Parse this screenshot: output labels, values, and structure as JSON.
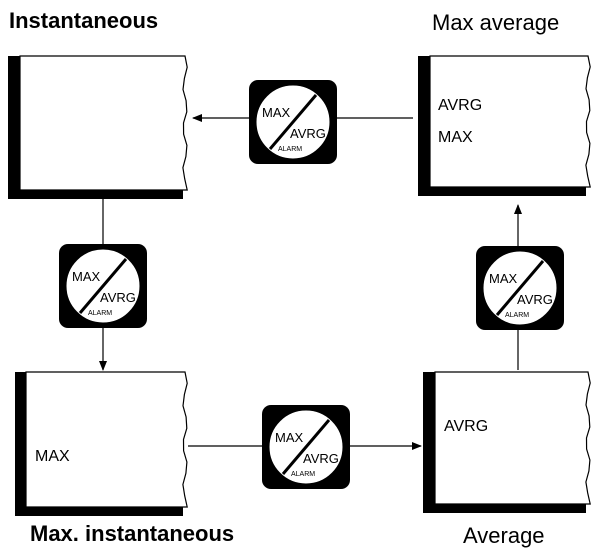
{
  "titles": {
    "instantaneous": "Instantaneous",
    "max_average": "Max average",
    "max_instantaneous": "Max. instantaneous",
    "average": "Average"
  },
  "panels": {
    "instantaneous": {
      "lines": []
    },
    "max_average": {
      "lines": [
        "AVRG",
        "MAX"
      ]
    },
    "max_instantaneous": {
      "lines": [
        "MAX"
      ]
    },
    "average": {
      "lines": [
        "AVRG"
      ]
    }
  },
  "button": {
    "top_label": "MAX",
    "bottom_label": "AVRG",
    "small_label": "ALARM"
  },
  "colors": {
    "ink": "#000000",
    "paper": "#ffffff"
  }
}
